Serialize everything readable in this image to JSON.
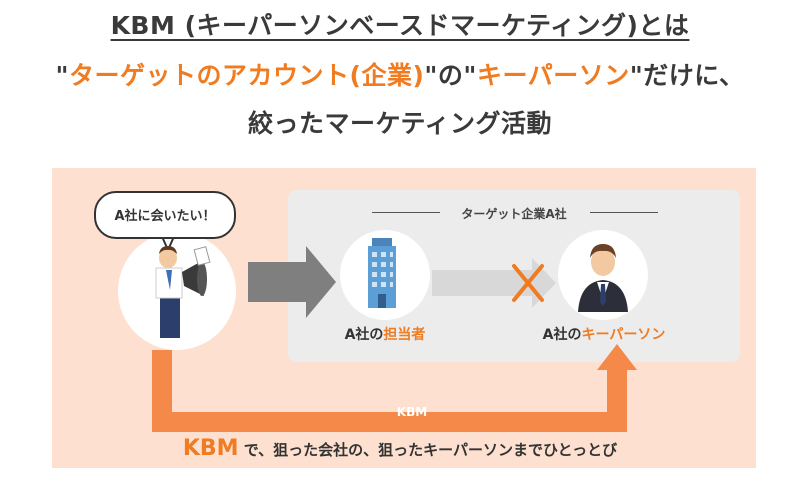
{
  "headline": {
    "line1": "KBM (キーパーソンベースドマーケティング)とは",
    "line2_q1": "\"",
    "line2_a": "ターゲットのアカウント(企業)",
    "line2_b": "\"の\"",
    "line2_c": "キーパーソン",
    "line2_d": "\"だけに、",
    "line3": "絞ったマーケティング活動"
  },
  "diagram": {
    "speech_bubble": "A社に会いたい！",
    "target_label": "ターゲット企業A社",
    "contact_label_prefix": "A社の",
    "contact_label_highlight": "担当者",
    "keyperson_label_prefix": "A社の",
    "keyperson_label_highlight": "キーパーソン",
    "route_label": "KBM",
    "footer_highlight": "KBM",
    "footer_text": " で、狙った会社の、狙ったキーパーソンまでひとっとび"
  },
  "colors": {
    "accent": "#f07b20",
    "panel": "#fde0cf",
    "gray_panel": "#ececec",
    "arrow_gray": "#7f7f7f",
    "arrow_light": "#d8d8d8"
  },
  "icons": [
    "megaphone-person",
    "office-building-icon",
    "businessman-icon",
    "cross-mark-icon"
  ]
}
